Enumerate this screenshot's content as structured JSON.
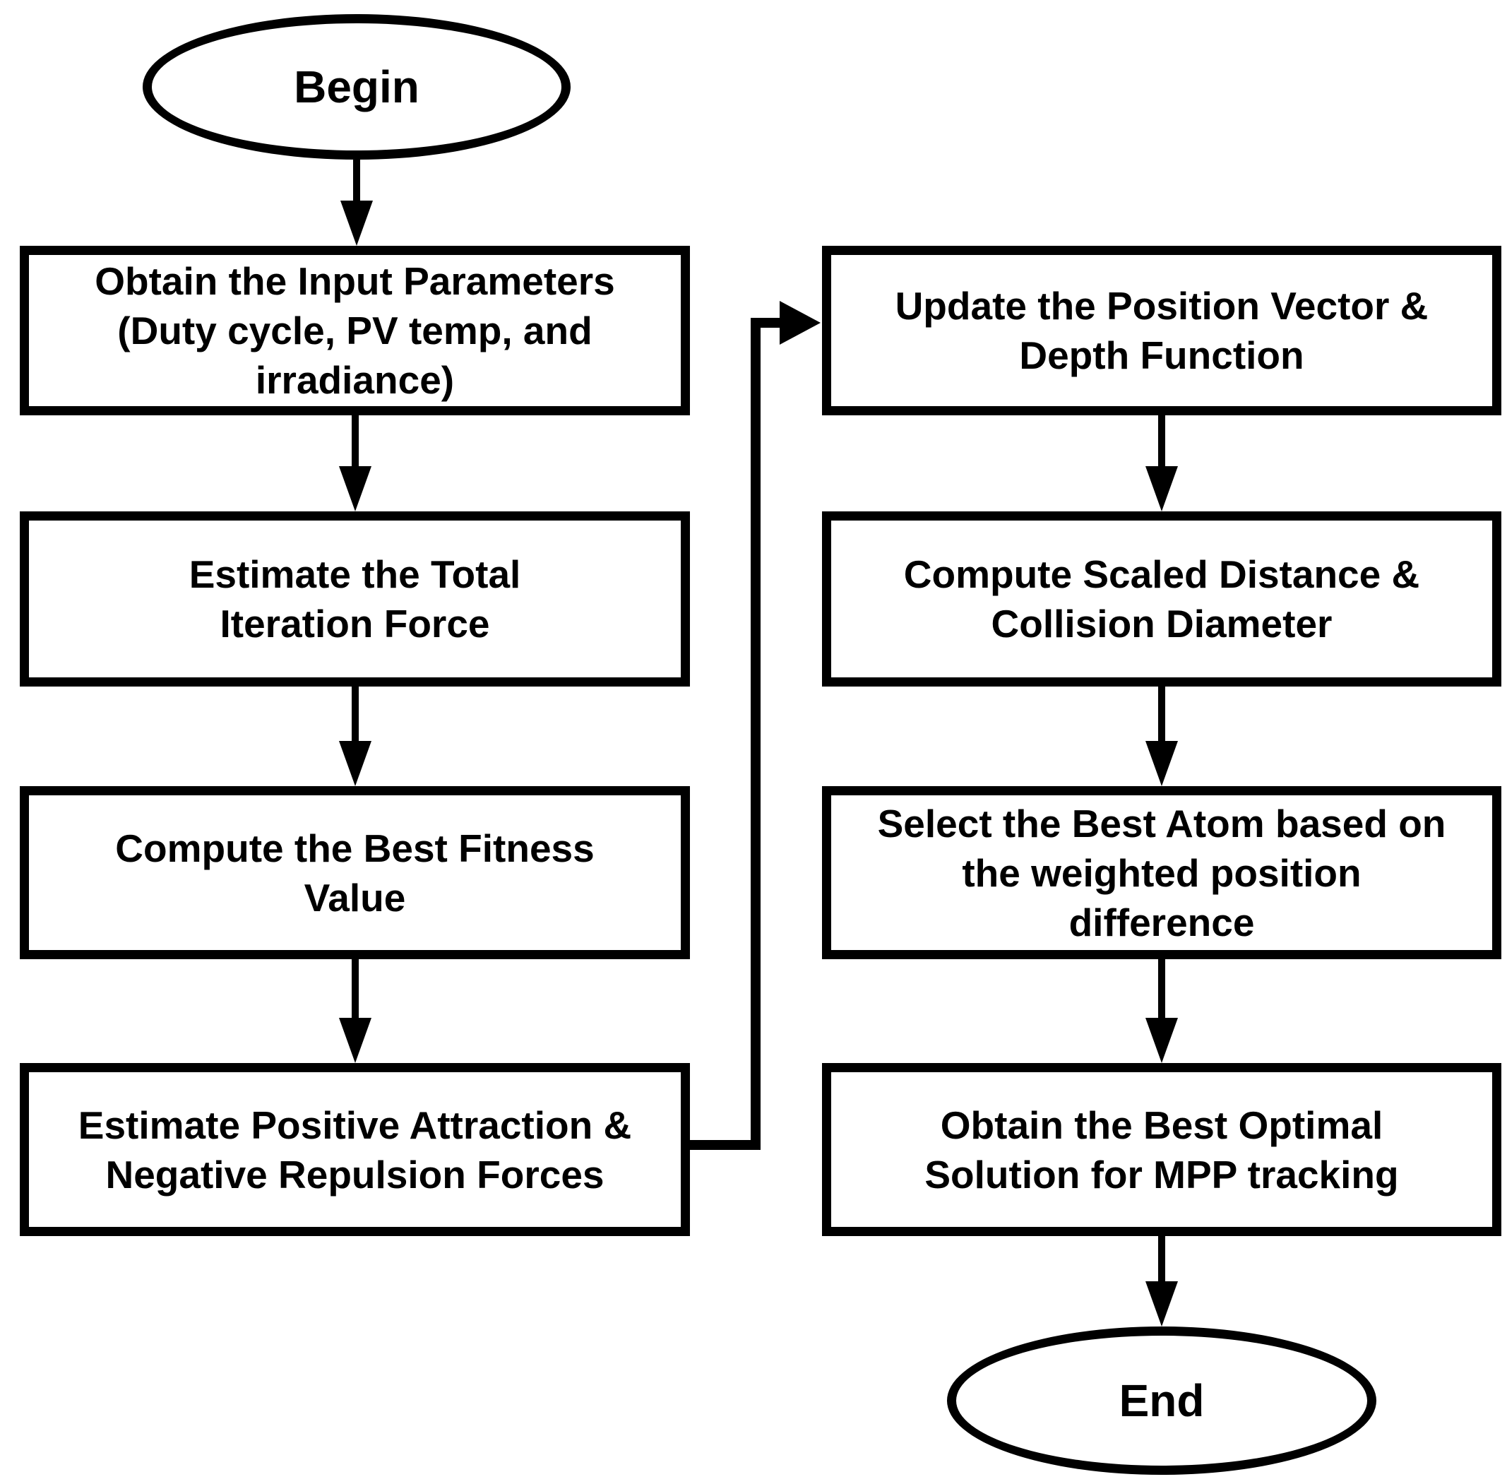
{
  "diagram": {
    "type": "flowchart",
    "colors": {
      "stroke": "#000000",
      "background": "#ffffff",
      "text": "#000000"
    },
    "nodes": {
      "begin": {
        "shape": "terminator",
        "label": "Begin"
      },
      "l1": {
        "shape": "process",
        "lines": [
          "Obtain the Input Parameters",
          "(Duty cycle, PV temp, and",
          "irradiance)"
        ]
      },
      "l2": {
        "shape": "process",
        "lines": [
          "Estimate the Total",
          "Iteration Force"
        ]
      },
      "l3": {
        "shape": "process",
        "lines": [
          "Compute the Best Fitness",
          "Value"
        ]
      },
      "l4": {
        "shape": "process",
        "lines": [
          "Estimate Positive Attraction &",
          "Negative Repulsion Forces"
        ]
      },
      "r1": {
        "shape": "process",
        "lines": [
          "Update the Position Vector &",
          "Depth Function"
        ]
      },
      "r2": {
        "shape": "process",
        "lines": [
          "Compute Scaled Distance &",
          "Collision Diameter"
        ]
      },
      "r3": {
        "shape": "process",
        "lines": [
          "Select the Best Atom based on",
          "the weighted position",
          "difference"
        ]
      },
      "r4": {
        "shape": "process",
        "lines": [
          "Obtain the Best Optimal",
          "Solution for MPP tracking"
        ]
      },
      "end": {
        "shape": "terminator",
        "label": "End"
      }
    },
    "edges": [
      {
        "from": "begin",
        "to": "l1"
      },
      {
        "from": "l1",
        "to": "l2"
      },
      {
        "from": "l2",
        "to": "l3"
      },
      {
        "from": "l3",
        "to": "l4"
      },
      {
        "from": "l4",
        "to": "r1"
      },
      {
        "from": "r1",
        "to": "r2"
      },
      {
        "from": "r2",
        "to": "r3"
      },
      {
        "from": "r3",
        "to": "r4"
      },
      {
        "from": "r4",
        "to": "end"
      }
    ]
  }
}
